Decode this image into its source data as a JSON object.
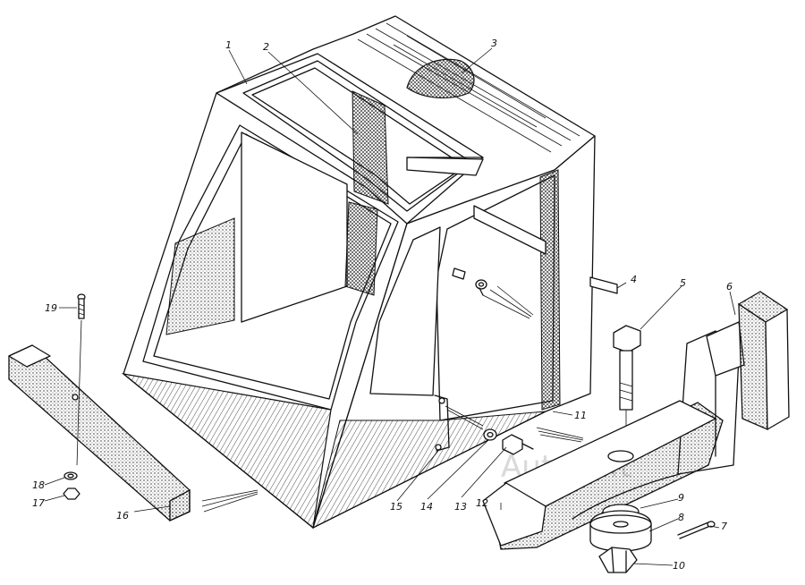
{
  "watermark": "AutoSoft",
  "callouts": [
    {
      "id": "c1",
      "text": "1"
    },
    {
      "id": "c2",
      "text": "2"
    },
    {
      "id": "c3",
      "text": "3"
    },
    {
      "id": "c4",
      "text": "4"
    },
    {
      "id": "c5",
      "text": "5"
    },
    {
      "id": "c6",
      "text": "6"
    },
    {
      "id": "c7",
      "text": "7"
    },
    {
      "id": "c8",
      "text": "8"
    },
    {
      "id": "c9",
      "text": "9"
    },
    {
      "id": "c10",
      "text": "10"
    },
    {
      "id": "c11",
      "text": "11"
    },
    {
      "id": "c12",
      "text": "12"
    },
    {
      "id": "c13",
      "text": "13"
    },
    {
      "id": "c14",
      "text": "14"
    },
    {
      "id": "c15",
      "text": "15"
    },
    {
      "id": "c16",
      "text": "16"
    },
    {
      "id": "c17",
      "text": "17"
    },
    {
      "id": "c18",
      "text": "18"
    },
    {
      "id": "c19",
      "text": "19"
    }
  ]
}
